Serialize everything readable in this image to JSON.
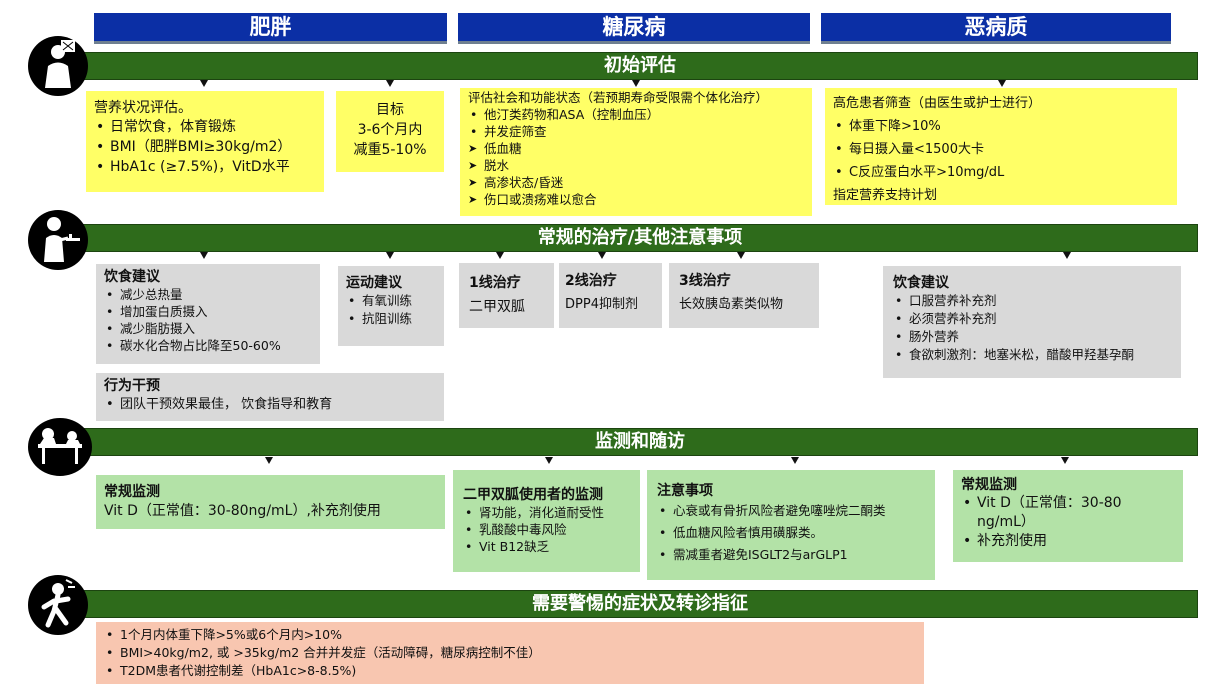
{
  "headers": {
    "obesity": "肥胖",
    "diabetes": "糖尿病",
    "cachexia": "恶病质"
  },
  "sections": {
    "initial": "初始评估",
    "routine": "常规的治疗/其他注意事项",
    "monitor": "监测和随访",
    "alert": "需要警惕的症状及转诊指征"
  },
  "initial": {
    "nutrition": {
      "title": "营养状况评估。",
      "items": [
        "日常饮食，体育锻炼",
        "BMI（肥胖BMI≥30kg/m2）",
        "HbA1c (≥7.5%)，VitD水平"
      ]
    },
    "goal": {
      "title": "目标",
      "line1": "3-6个月内",
      "line2": "减重5-10%"
    },
    "diabetes": {
      "title": "评估社会和功能状态（若预期寿命受限需个体化治疗）",
      "bullets": [
        "他汀类药物和ASA（控制血压）",
        "并发症筛查"
      ],
      "arrows": [
        "低血糖",
        "脱水",
        "高渗状态/昏迷",
        "伤口或溃疡难以愈合"
      ]
    },
    "cachexia": {
      "title": "高危患者筛查（由医生或护士进行）",
      "items": [
        "体重下降>10%",
        "每日摄入量<1500大卡",
        "C反应蛋白水平>10mg/dL"
      ],
      "footer": "指定营养支持计划"
    }
  },
  "routine": {
    "diet": {
      "title": "饮食建议",
      "items": [
        "减少总热量",
        "增加蛋白质摄入",
        "减少脂肪摄入",
        "碳水化合物占比降至50-60%"
      ]
    },
    "exercise": {
      "title": "运动建议",
      "items": [
        "有氧训练",
        "抗阻训练"
      ]
    },
    "line1": {
      "title": "1线治疗",
      "text": "二甲双胍"
    },
    "line2": {
      "title": "2线治疗",
      "text": "DPP4抑制剂"
    },
    "line3": {
      "title": "3线治疗",
      "text": "长效胰岛素类似物"
    },
    "cachexia_diet": {
      "title": "饮食建议",
      "items": [
        "口服营养补充剂",
        "必须营养补充剂",
        "肠外营养",
        "食欲刺激剂：地塞米松，醋酸甲羟基孕酮"
      ]
    },
    "behavior": {
      "title": "行为干预",
      "items": [
        "团队干预效果最佳， 饮食指导和教育"
      ]
    }
  },
  "monitor": {
    "obesity": {
      "title": "常规监测",
      "text": "Vit D（正常值：30-80ng/mL）,补充剂使用"
    },
    "metformin": {
      "title": "二甲双胍使用者的监测",
      "items": [
        "肾功能，消化道耐受性",
        "乳酸酸中毒风险",
        "Vit B12缺乏"
      ]
    },
    "notes": {
      "title": "注意事项",
      "items": [
        "心衰或有骨折风险者避免噻唑烷二酮类",
        "低血糖风险者慎用磺脲类。",
        "需减重者避免ISGLT2与arGLP1"
      ]
    },
    "cachexia": {
      "title": "常规监测",
      "items": [
        "Vit D（正常值：30-80 ng/mL）",
        "补充剂使用"
      ]
    }
  },
  "alert": {
    "items": [
      "1个月内体重下降>5%或6个月内>10%",
      "BMI>40kg/m2, 或 >35kg/m2 合并并发症（活动障碍，糖尿病控制不佳）",
      "T2DM患者代谢控制差（HbA1c>8-8.5%)"
    ]
  },
  "icons": [
    "doctor-icon",
    "nurse-icon",
    "consultation-icon",
    "warning-person-icon"
  ],
  "colors": {
    "header_blue": "#0b2fa5",
    "bar_green": "#2e6b1b",
    "yellow": "#ffff66",
    "grey": "#d9d9d9",
    "green": "#b3e2a7",
    "pink": "#f8c6b0"
  }
}
